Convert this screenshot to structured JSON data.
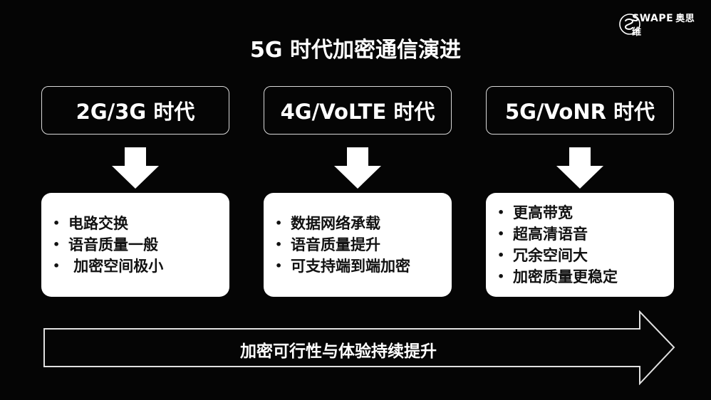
{
  "logo": {
    "brand_en": "SWAPE",
    "brand_cn": "奥思维"
  },
  "title": "5G 时代加密通信演进",
  "eras": [
    {
      "label": "2G/3G 时代",
      "features": [
        "电路交换",
        "语音质量一般",
        " 加密空间极小"
      ]
    },
    {
      "label": "4G/VoLTE 时代",
      "features": [
        "数据网络承载",
        "语音质量提升",
        "可支持端到端加密"
      ]
    },
    {
      "label": "5G/VoNR 时代",
      "features": [
        "更高带宽",
        "超高清语音",
        "冗余空间大",
        "加密质量更稳定"
      ]
    }
  ],
  "bullet": "•",
  "bottom_arrow_text": "加密可行性与体验持续提升",
  "colors": {
    "background": "#050505",
    "box_white": "#ffffff",
    "border": "#d8d8d8",
    "text": "#ffffff"
  }
}
